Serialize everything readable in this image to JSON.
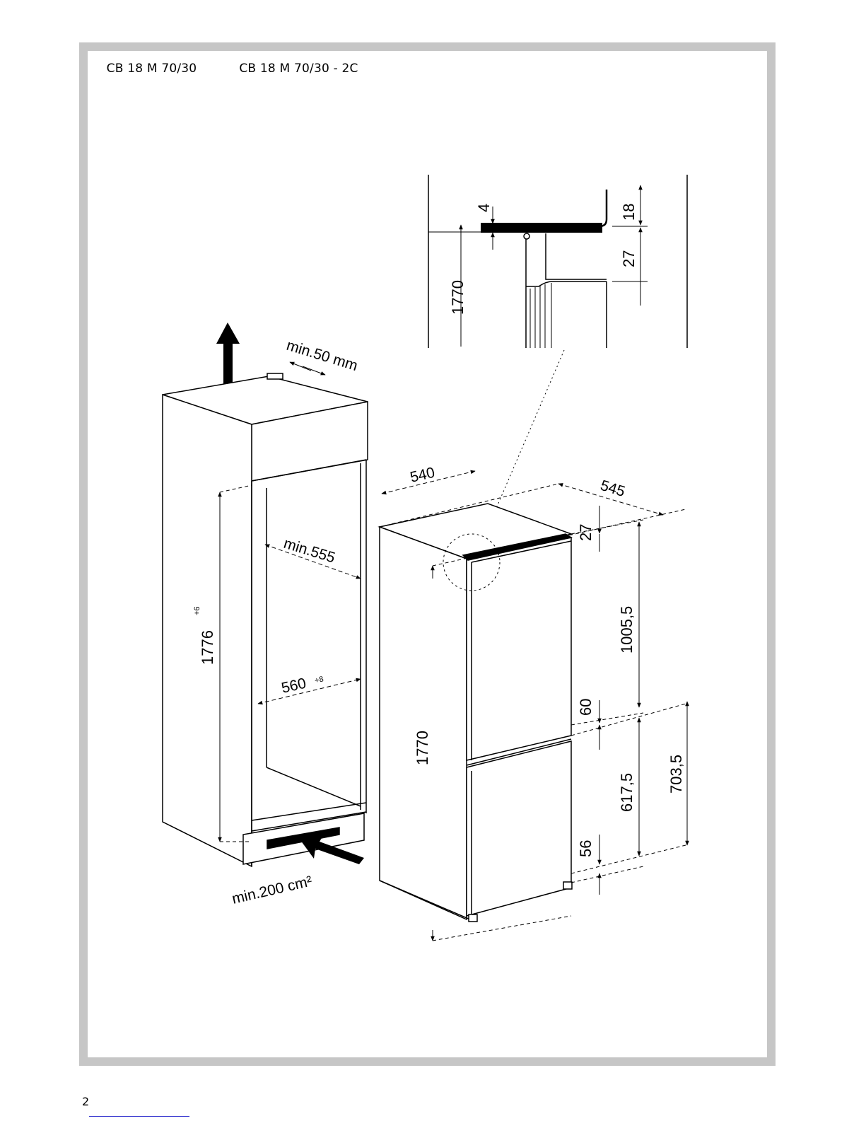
{
  "header": {
    "models": [
      {
        "label": "CB 18 M 70/30"
      },
      {
        "label": "CB 18 M 70/30 - 2C"
      }
    ]
  },
  "niche": {
    "top_vent_label": "min.50 mm",
    "height_label": "1776",
    "height_tolerance_label": "+6",
    "inner_depth_label": "min.555",
    "inner_width_label": "560",
    "inner_width_tolerance_label": "+8",
    "bottom_vent_label": "min.200 cm²"
  },
  "appliance": {
    "width_label": "540",
    "depth_label": "545",
    "height_label": "1770",
    "top_gap_label": "27",
    "upper_door_label": "1005,5",
    "door_gap_label": "60",
    "lower_door_label": "617,5",
    "lower_total_label": "703,5",
    "bottom_gap_label": "56"
  },
  "detail": {
    "height_label": "1770",
    "thickness_label": "4",
    "top_label": "18",
    "gap_label": "27"
  },
  "page_number": "2"
}
